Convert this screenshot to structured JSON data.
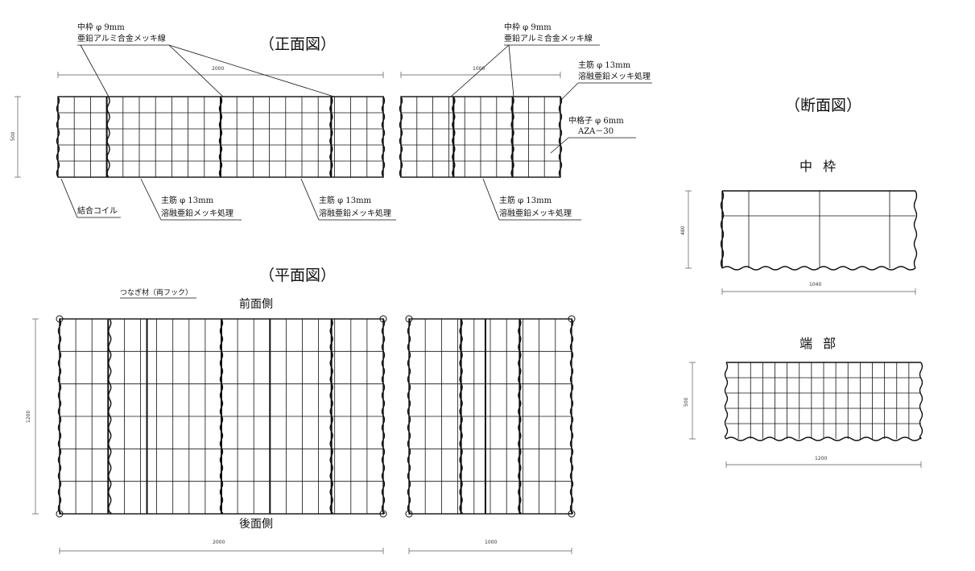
{
  "titles": {
    "front": "（正面図）",
    "plan": "（平面図）",
    "section": "（断面図）"
  },
  "section_labels": {
    "middle": "中 枠",
    "end": "端 部"
  },
  "plan_sides": {
    "front": "前面側",
    "back": "後面側",
    "connector": "つなぎ材（両フック）"
  },
  "callouts": {
    "frame_a_line1": "中枠 φ 9mm",
    "frame_a_line2": "亜鉛アルミ合金メッキ線",
    "frame_b_line1": "中枠 φ 9mm",
    "frame_b_line2": "亜鉛アルミ合金メッキ線",
    "main_bar_right_line1": "主筋 φ 13mm",
    "main_bar_right_line2": "溶融亜鉛メッキ処理",
    "grid_line1": "中格子 φ 6mm",
    "grid_line2": "AZA－30",
    "coil": "結合コイル",
    "main_bar_1_line1": "主筋 φ 13mm",
    "main_bar_1_line2": "溶融亜鉛メッキ処理",
    "main_bar_2_line1": "主筋 φ 13mm",
    "main_bar_2_line2": "溶融亜鉛メッキ処理",
    "main_bar_3_line1": "主筋 φ 13mm",
    "main_bar_3_line2": "溶融亜鉛メッキ処理"
  },
  "dimensions": {
    "front_left_width": "2000",
    "front_right_width": "1000",
    "front_height": "500",
    "plan_depth": "1200",
    "plan_left_width": "2000",
    "plan_right_width": "1000",
    "section_mid_height": "480",
    "section_mid_width": "1040",
    "section_end_height": "500",
    "section_end_width": "1200"
  }
}
